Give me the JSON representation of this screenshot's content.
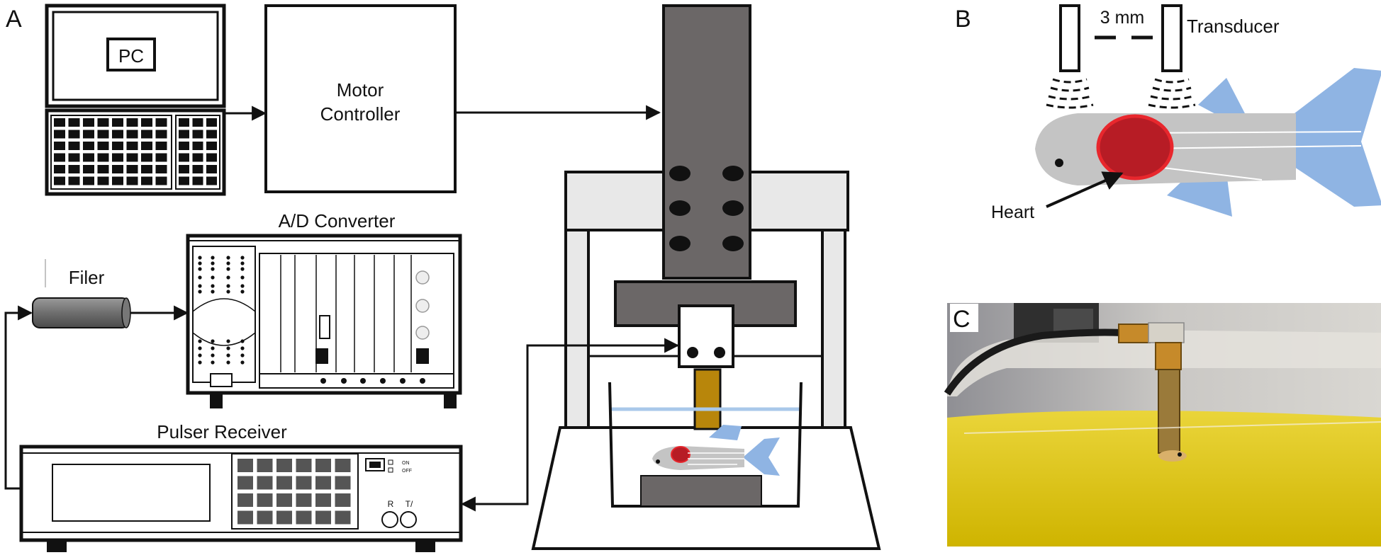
{
  "panels": {
    "a": "A",
    "b": "B",
    "c": "C"
  },
  "panel_a": {
    "pc_label": "PC",
    "motor_controller_line1": "Motor",
    "motor_controller_line2": "Controller",
    "ad_converter_label": "A/D Converter",
    "filter_label": "Filer",
    "pulser_receiver_label": "Pulser Receiver",
    "power_on": "ON",
    "power_off": "OFF",
    "knob_r": "R",
    "knob_t": "T/"
  },
  "panel_b": {
    "spacing_label": "3 mm",
    "transducer_label": "Transducer",
    "heart_label": "Heart"
  },
  "colors": {
    "stage_gray": "#6b6767",
    "stand_light": "#e8e8e8",
    "fish_body": "#c4c4c4",
    "fish_fin": "#8fb4e3",
    "heart_fill": "#b71c25",
    "heart_edge": "#e8272d",
    "transducer_gold": "#b8860b",
    "water_line": "#a9c8ea",
    "yellow_sponge": "#e3cd1c"
  },
  "icons": [
    "computer-monitor-icon",
    "keyboard-icon",
    "fish-icon",
    "heart-icon",
    "ultrasound-wave-icon",
    "photo-placeholder"
  ]
}
